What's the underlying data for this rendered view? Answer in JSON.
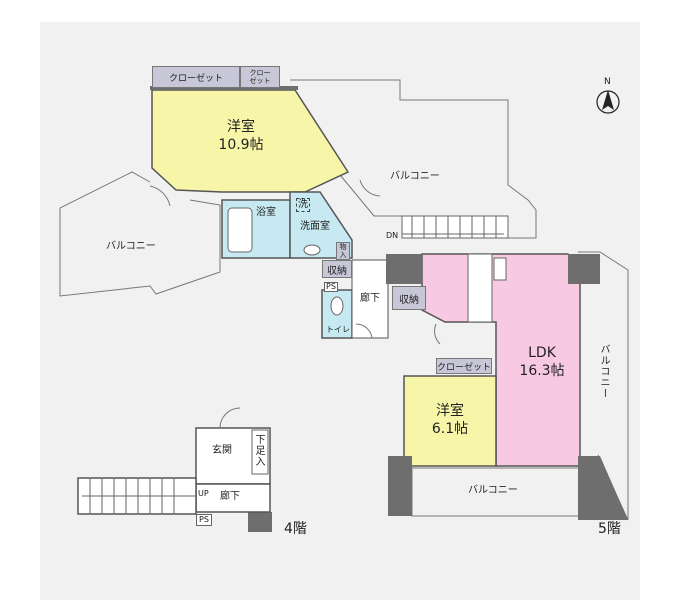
{
  "rooms": {
    "bedroom1": {
      "name": "洋室",
      "size": "10.9帖"
    },
    "bedroom2": {
      "name": "洋室",
      "size": "6.1帖"
    },
    "ldk": {
      "name": "LDK",
      "size": "16.3帖"
    },
    "bath": "浴室",
    "wash_mark": "洗",
    "washroom": "洗面室",
    "toilet": "トイレ",
    "hall5": "廊下",
    "entrance": "玄関",
    "shoe": "下足入",
    "hall4": "廊下"
  },
  "storage": {
    "closet1": "クローゼット",
    "closet2": "クロー\nゼット",
    "closet3": "クローゼット",
    "storage1": "収納",
    "storage2": "収納",
    "monoire": "物入"
  },
  "balconies": {
    "top": "バルコニー",
    "left": "バルコニー",
    "right": "バルコニー",
    "bottom": "バルコニー"
  },
  "markers": {
    "dn": "DN",
    "up": "UP",
    "ps1": "PS",
    "ps2": "PS",
    "north": "N"
  },
  "floors": {
    "floor4": "4階",
    "floor5": "5階"
  },
  "colors": {
    "bedroom1": "#f7f5a8",
    "ldk": "#f7c9e2",
    "bath": "#c7e9f1",
    "storage": "#c7c7d7"
  }
}
